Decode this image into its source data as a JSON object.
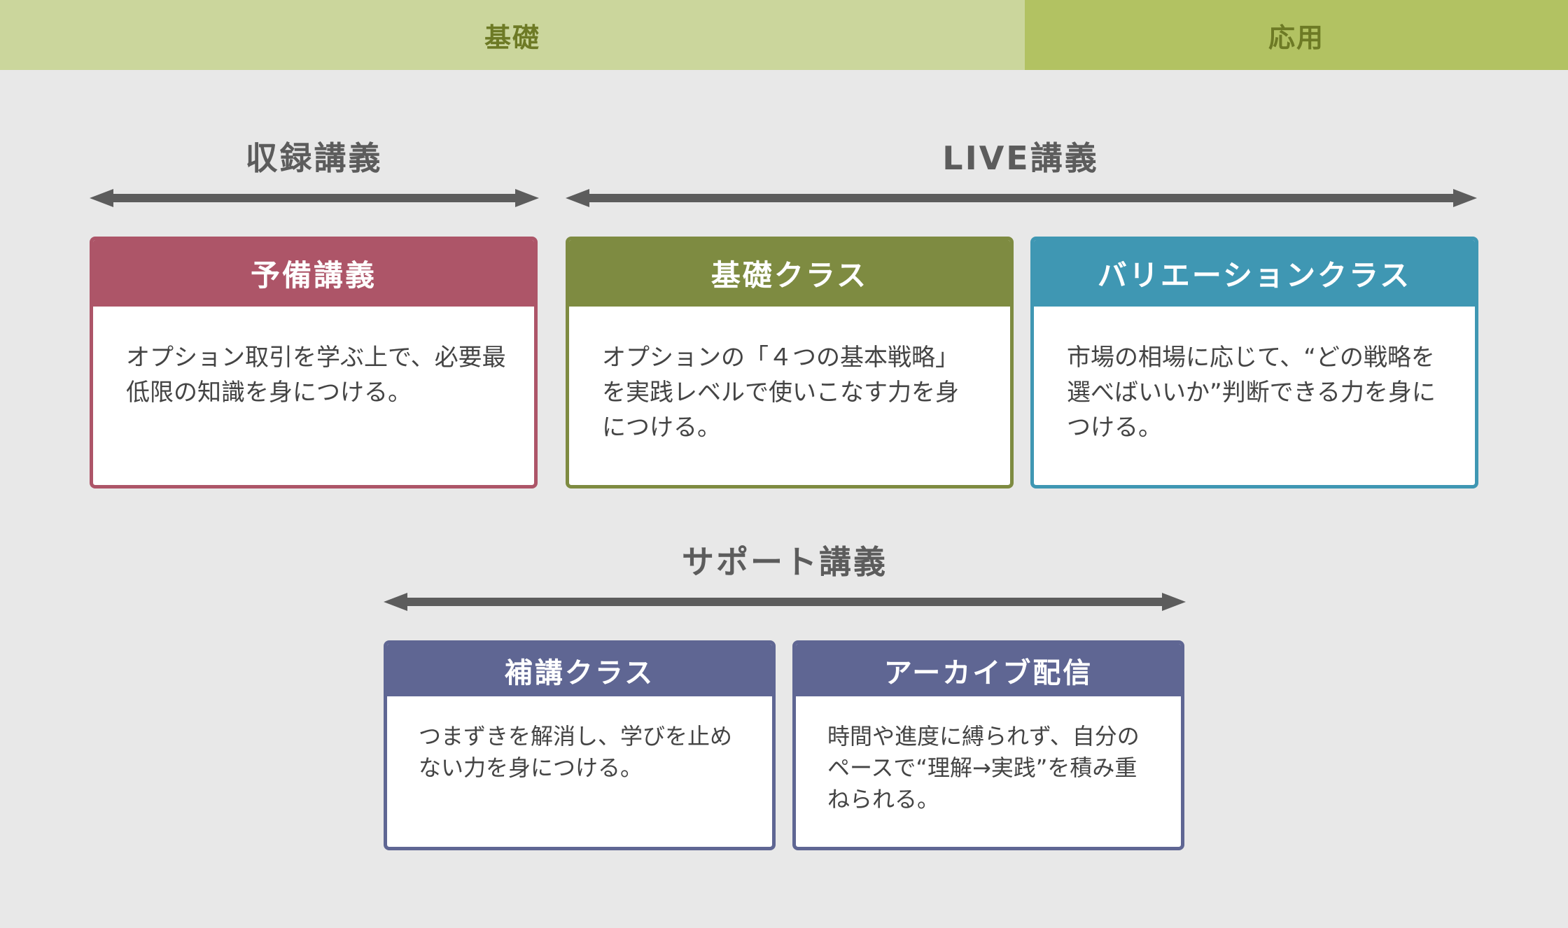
{
  "header": {
    "basic_label": "基礎",
    "applied_label": "応用"
  },
  "sections": {
    "recorded": "収録講義",
    "live": "LIVE講義",
    "support": "サポート講義"
  },
  "cards": {
    "preparatory": {
      "title": "予備講義",
      "text": "オプション取引を学ぶ上で、必要最低限の知識を身につける。"
    },
    "basic_class": {
      "title": "基礎クラス",
      "text": "オプションの「４つの基本戦略」を実践レベルで使いこなす力を身につける。"
    },
    "variation_class": {
      "title": "バリエーションクラス",
      "text": "市場の相場に応じて、“どの戦略を選べばいいか”判断できる力を身につける。"
    },
    "supplementary_class": {
      "title": "補講クラス",
      "text": "つまずきを解消し、学びを止めない力を身につける。"
    },
    "archive": {
      "title": "アーカイブ配信",
      "text": "時間や進度に縛られず、自分のペースで“理解→実践”を積み重ねられる。"
    }
  },
  "colors": {
    "background": "#e8e8e8",
    "band_basic": "#cbd69c",
    "band_applied": "#b2c262",
    "band_text": "#6d7a25",
    "arrow": "#5c5c5c",
    "preparatory": "#ad5568",
    "basic_class": "#7e8b41",
    "variation_class": "#3f97b3",
    "support": "#5f6693"
  }
}
